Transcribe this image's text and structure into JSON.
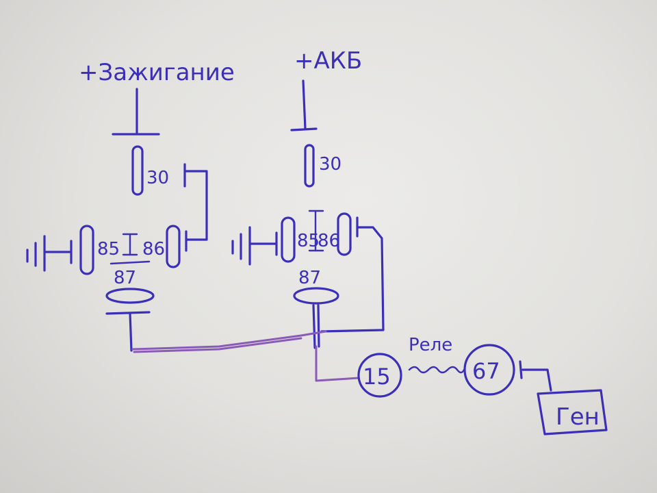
{
  "colors": {
    "ink": "#3b2fb8",
    "wire": "#8a5ab8",
    "paper": "#e4e3e0"
  },
  "labels": {
    "ignition": "+Зажигание",
    "battery": "+АКБ",
    "relay1_pin30": "30",
    "relay2_pin30": "30",
    "relay1_pin85": "85",
    "relay1_pin86": "86",
    "relay2_pin85": "85",
    "relay2_pin86": "86",
    "relay1_pin87": "87",
    "relay2_pin87": "87",
    "terminal_15": "15",
    "terminal_67": "67",
    "regulator": "Реле",
    "generator": "Ген"
  }
}
